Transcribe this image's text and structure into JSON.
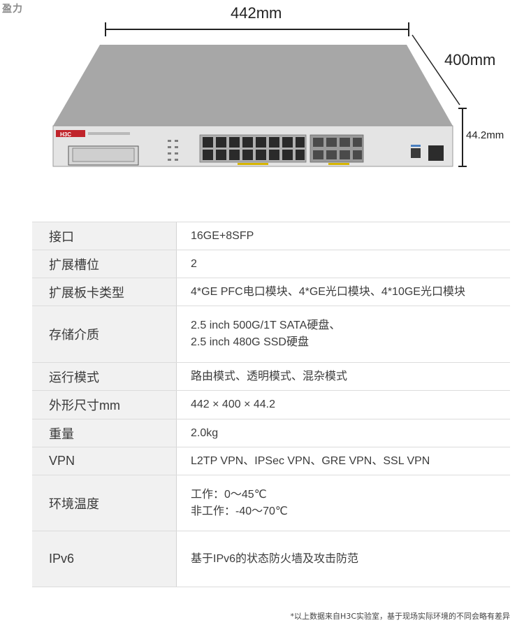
{
  "watermark": "盈力",
  "dimensions": {
    "width": "442mm",
    "depth": "400mm",
    "height": "44.2mm"
  },
  "device": {
    "brand": "H3C",
    "brand_color": "#c0242b"
  },
  "specs": [
    {
      "key": "接口",
      "values": [
        "16GE+8SFP"
      ]
    },
    {
      "key": "扩展槽位",
      "values": [
        "2"
      ]
    },
    {
      "key": "扩展板卡类型",
      "values": [
        "4*GE PFC电口模块、4*GE光口模块、4*10GE光口模块"
      ]
    },
    {
      "key": "存储介质",
      "values": [
        "2.5 inch 500G/1T SATA硬盘、",
        "2.5 inch 480G SSD硬盘"
      ]
    },
    {
      "key": "运行模式",
      "values": [
        "路由模式、透明模式、混杂模式"
      ]
    },
    {
      "key": "外形尺寸mm",
      "values": [
        "442 × 400 × 44.2"
      ]
    },
    {
      "key": "重量",
      "values": [
        "2.0kg"
      ]
    },
    {
      "key": "VPN",
      "values": [
        "L2TP VPN、IPSec VPN、GRE VPN、SSL VPN"
      ]
    },
    {
      "key": "环境温度",
      "values": [
        "工作：0～45℃",
        "非工作：-40～70℃"
      ]
    },
    {
      "key": "IPv6",
      "values": [
        "基于IPv6的状态防火墙及攻击防范"
      ]
    }
  ],
  "footnote": "*以上数据来自H3C实验室，基于现场实际环境的不同会略有差异"
}
